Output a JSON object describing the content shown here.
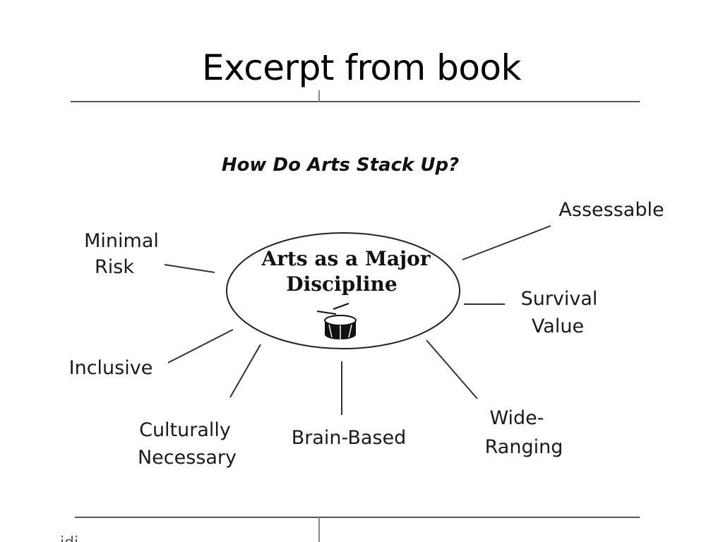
{
  "slide": {
    "title": "Excerpt from book"
  },
  "diagram": {
    "heading": "How Do Arts Stack Up?",
    "center": {
      "lines": [
        "Arts as a Major",
        "Discipline"
      ],
      "icon": "snare-drum-icon"
    },
    "nodes": [
      {
        "id": "assessable",
        "lines": [
          "Assessable"
        ]
      },
      {
        "id": "minimal-risk",
        "lines": [
          "Minimal",
          "Risk"
        ]
      },
      {
        "id": "survival-value",
        "lines": [
          "Survival",
          "Value"
        ]
      },
      {
        "id": "inclusive",
        "lines": [
          "Inclusive"
        ]
      },
      {
        "id": "culturally-necessary",
        "lines": [
          "Culturally",
          "Necessary"
        ]
      },
      {
        "id": "brain-based",
        "lines": [
          "Brain-Based"
        ]
      },
      {
        "id": "wide-ranging",
        "lines": [
          "Wide-",
          "Ranging"
        ]
      }
    ],
    "cutoff_text": "...idi..."
  },
  "colors": {
    "background": "#ffffff",
    "text": "#111111",
    "lines": "#333333"
  }
}
